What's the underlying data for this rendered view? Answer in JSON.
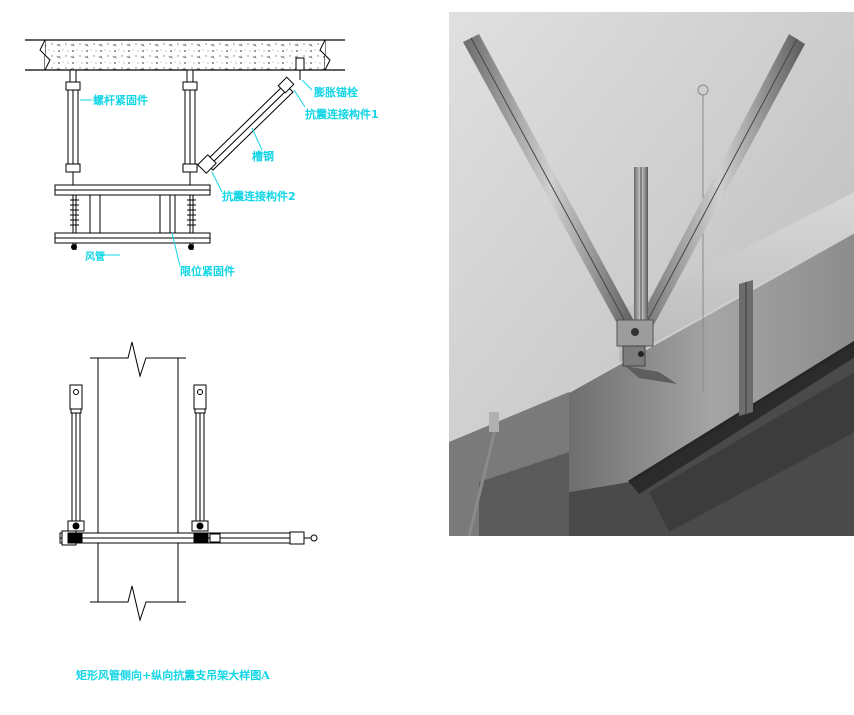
{
  "labels": {
    "anchor_bolt": "膨胀锚栓",
    "threaded_rod_fastener": "螺杆紧固件",
    "seismic_connector_1": "抗震连接构件1",
    "channel_steel": "槽钢",
    "seismic_connector_2": "抗震连接构件2",
    "duct": "风管",
    "limit_fastener": "限位紧固件"
  },
  "caption": "矩形风管侧向+纵向抗震支吊架大样图A",
  "colors": {
    "annotation": "#12d6e6",
    "line": "#000000"
  }
}
